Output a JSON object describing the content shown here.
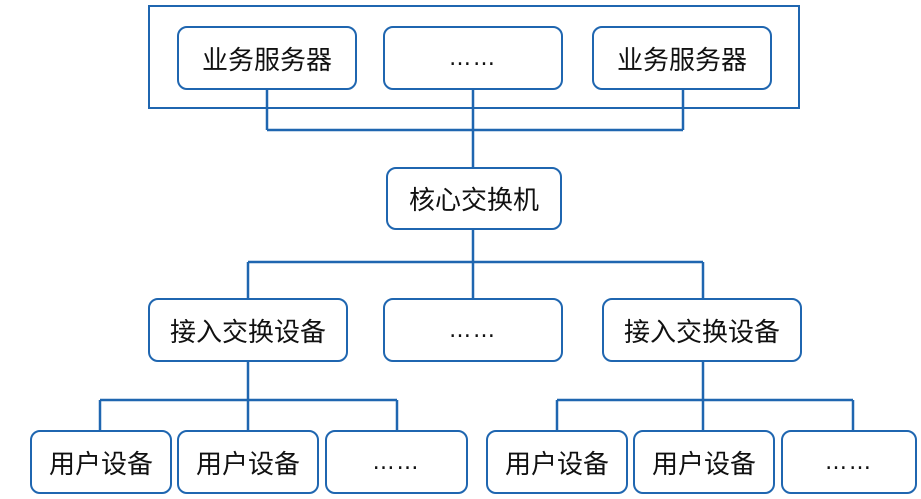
{
  "colors": {
    "line": "#1f66b0",
    "text": "#111111",
    "background": "#ffffff"
  },
  "servers": {
    "left_label": "业务服务器",
    "middle_label": "……",
    "right_label": "业务服务器"
  },
  "core": {
    "label": "核心交换机"
  },
  "access": {
    "left_label": "接入交换设备",
    "middle_label": "……",
    "right_label": "接入交换设备"
  },
  "users_left": {
    "device_1": "用户设备",
    "device_2": "用户设备",
    "more": "……"
  },
  "users_right": {
    "device_1": "用户设备",
    "device_2": "用户设备",
    "more": "……"
  }
}
